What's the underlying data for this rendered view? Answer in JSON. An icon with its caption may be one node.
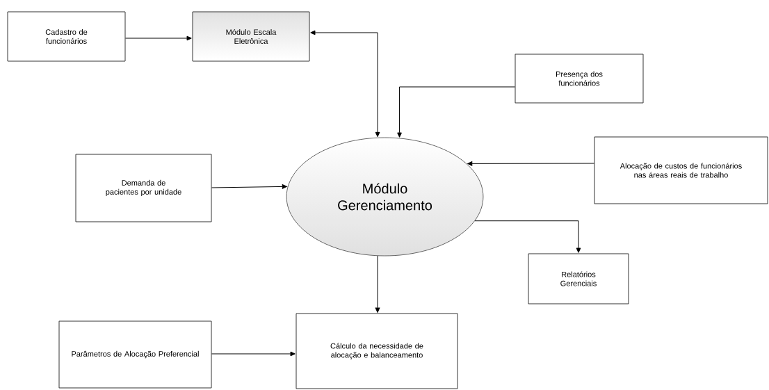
{
  "diagram": {
    "nodes": [
      {
        "text": [
          "Cadastro de funcionários"
        ]
      },
      {
        "text": [
          "Módulo Escala Eletrônica"
        ]
      },
      {
        "text": [
          "Presença dos funcionários"
        ]
      },
      {
        "text": [
          "Módulo Gerenciamento"
        ]
      },
      {
        "text": [
          "Alocação de custos de funcionários nas áreas reais de trabalho"
        ]
      },
      {
        "text": [
          "Demanda de pacientes por unidade"
        ]
      },
      {
        "text": [
          "Relatórios Gerenciais"
        ]
      },
      {
        "text": [
          "Parâmetros de Alocação Preferencial"
        ]
      },
      {
        "text": [
          "Cálculo da necessidade de alocação e balanceamento"
        ]
      }
    ],
    "edges": [
      {
        "from": 0,
        "to": 1,
        "arrow": "to"
      },
      {
        "from": 1,
        "to": 3,
        "arrow": "both"
      },
      {
        "from": 2,
        "to": 3,
        "arrow": "to"
      },
      {
        "from": 4,
        "to": 3,
        "arrow": "to"
      },
      {
        "from": 5,
        "to": 3,
        "arrow": "to"
      },
      {
        "from": 3,
        "to": 6,
        "arrow": "to"
      },
      {
        "from": 3,
        "to": 8,
        "arrow": "to"
      },
      {
        "from": 7,
        "to": 8,
        "arrow": "to"
      }
    ]
  }
}
